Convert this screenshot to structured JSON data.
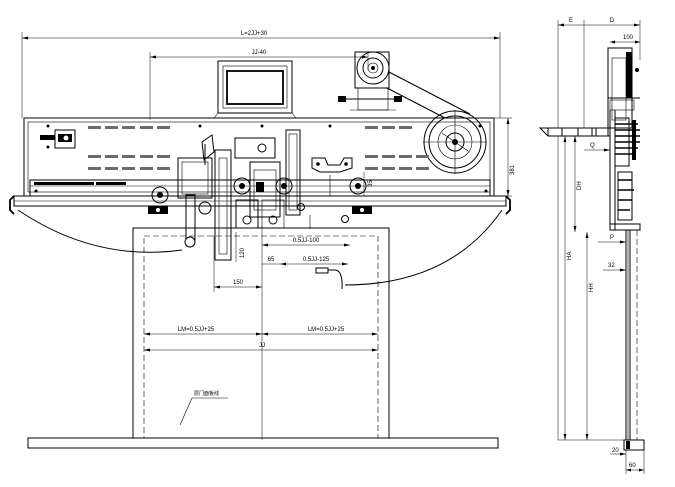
{
  "front_view": {
    "dims": {
      "overall_length": "L=2JJ+30",
      "top_inner": "JJ-40",
      "half_minus_100": "0.5JJ-100",
      "half_minus_125": "0.5JJ-125",
      "d65": "65",
      "d150": "150",
      "d120": "120",
      "d35": "35",
      "d381": "381",
      "lm_left": "LM=0.5JJ+25",
      "lm_right": "LM=0.5JJ+25",
      "jj": "JJ"
    },
    "callout_text": "层门面板线"
  },
  "side_view": {
    "dims": {
      "e": "E",
      "d": "D",
      "d100": "100",
      "q": "Q",
      "dh": "DH",
      "p": "P",
      "ha": "HA",
      "d32": "32",
      "hh": "HH",
      "d20": "20",
      "d60": "60"
    }
  }
}
